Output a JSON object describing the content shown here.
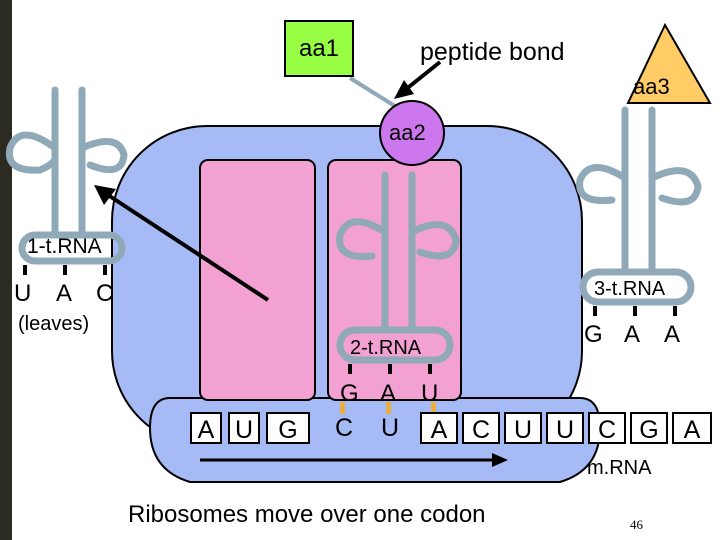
{
  "labels": {
    "aa1": "aa1",
    "aa2": "aa2",
    "aa3": "aa3",
    "peptide_bond": "peptide bond",
    "trna1": "1-t.RNA",
    "trna1_anticodon": [
      "U",
      "A",
      "C"
    ],
    "trna1_status": "(leaves)",
    "trna2": "2-t.RNA",
    "trna2_anticodon": [
      "G",
      "A",
      "U"
    ],
    "trna3": "3-t.RNA",
    "trna3_anticodon": [
      "G",
      "A",
      "A"
    ],
    "mrna": "m.RNA",
    "mrna_bases": [
      "A",
      "U",
      "G",
      "C",
      "U",
      "A",
      "C",
      "U",
      "U",
      "C",
      "G",
      "A"
    ],
    "caption": "Ribosomes move over one codon",
    "slide_number": "46"
  },
  "colors": {
    "ribosome": "#a6bbf5",
    "site": "#f3a0d2",
    "aa1": "#99ff44",
    "aa2": "#cc77ee",
    "aa3": "#ffcc66",
    "trna_stroke": "#8fa9b8",
    "bond_tick": "#e8b040",
    "left_bar": "#2b2b22"
  }
}
